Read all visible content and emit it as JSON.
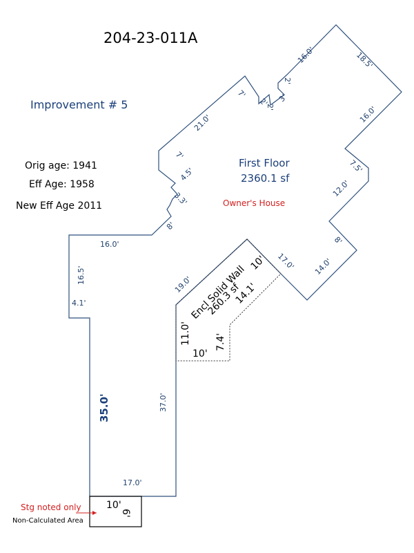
{
  "parcel_id": "204-23-011A",
  "improvement": "Improvement # 5",
  "ages": {
    "orig": "Orig age: 1941",
    "eff": "Eff Age: 1958",
    "new_eff": "New Eff Age 2011"
  },
  "first_floor": {
    "label": "First Floor",
    "area": "2360.1 sf",
    "note": "Owner's House"
  },
  "encl_wall": {
    "label": "Encl Solid Wall",
    "area": "260.3 sf"
  },
  "storage": {
    "note": "Stg noted only",
    "non_calc": "Non-Calculated Area",
    "dims": [
      "10'",
      "6'"
    ]
  },
  "dims": {
    "d_16_0_top": "16.0'",
    "d_18_5": "18.5'",
    "d_2_a": "2'",
    "d_2_b": "2'",
    "d_2_c": "2'",
    "d_3": "3'",
    "d_7_a": "7'",
    "d_21_0": "21.0'",
    "d_16_0_right": "16.0'",
    "d_7_b": "7'",
    "d_4_5": "4.5'",
    "d_3_3": "3.3'",
    "d_7_5": "7.5'",
    "d_12_0": "12.0'",
    "d_8_a": "8'",
    "d_16_0_left": "16.0'",
    "d_8_b": "8'",
    "d_16_5": "16.5'",
    "d_17_0": "17.0'",
    "d_14_0": "14.0'",
    "d_4_1": "4.1'",
    "d_19_0": "19.0'",
    "d_37_0": "37.0'",
    "d_35_0": "35.0'",
    "d_17_0_bottom": "17.0'",
    "d_10_encl_top": "10'",
    "d_14_1": "14.1'",
    "d_11_0": "11.0'",
    "d_7_4": "7.4'",
    "d_10_encl_bottom": "10'"
  },
  "colors": {
    "outline": "#2d4f7c",
    "dim_text": "#1f3f6b",
    "label_text": "#1b3f7a",
    "red_note": "#d42020",
    "black": "#000000"
  }
}
